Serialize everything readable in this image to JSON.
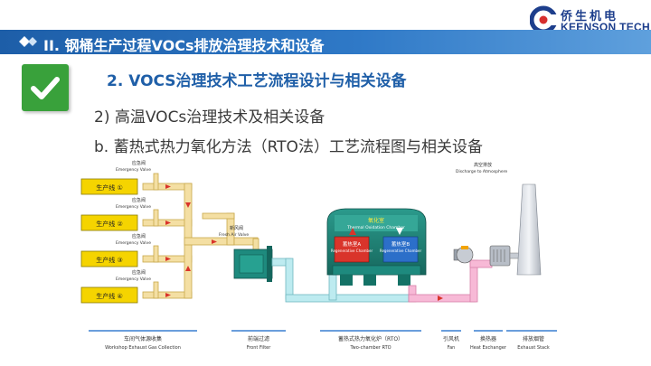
{
  "logo": {
    "cn": "侨生机电",
    "en": "KEENSON TECH"
  },
  "header": {
    "title": "II.  钢桶生产过程VOCs排放治理技术和设备"
  },
  "section": {
    "subtitle": "2.  VOCS治理技术工艺流程设计与相关设备",
    "line2": "2)  高温VOCs治理技术及相关设备",
    "line3": "b. 蓄热式热力氧化方法（RTO法）工艺流程图与相关设备"
  },
  "diagram": {
    "lines": [
      "生产线 ①",
      "生产线 ②",
      "生产线 ③",
      "生产线 ④"
    ],
    "valve_cn": "应急阀",
    "valve_en": "Emergency Valve",
    "fresh_air_cn": "新风阀",
    "fresh_air_en": "Fresh Air Valve",
    "oxidation_cn": "氧化室",
    "oxidation_en": "Thermal Oxidation Chamber",
    "regen_a_cn": "蓄热室A",
    "regen_b_cn": "蓄热室B",
    "regen_en": "Regenerative Chamber",
    "discharge_cn": "高空排放",
    "discharge_en": "Discharge to Atmosphere",
    "captions": [
      {
        "cn": "车间气体源收集",
        "en": "Workshop Exhaust Gas Collection"
      },
      {
        "cn": "前端过滤",
        "en": "Front Filter"
      },
      {
        "cn": "蓄热式热力氧化炉（RTO）",
        "en": "Two-chamber RTO"
      },
      {
        "cn": "引风机",
        "en": "Fan"
      },
      {
        "cn": "换热器",
        "en": "Heat Exchanger"
      },
      {
        "cn": "排放烟管",
        "en": "Exhaust Stack"
      }
    ]
  },
  "colors": {
    "accent": "#1f5fa8",
    "check": "#39a13b",
    "line_box": "#f5d400",
    "pipe": "#f4dfa3",
    "equipment": "#1e8a7e",
    "hot": "#d9342b",
    "cold": "#2c6fc9",
    "exit_pipe": "#f7b9d6"
  }
}
